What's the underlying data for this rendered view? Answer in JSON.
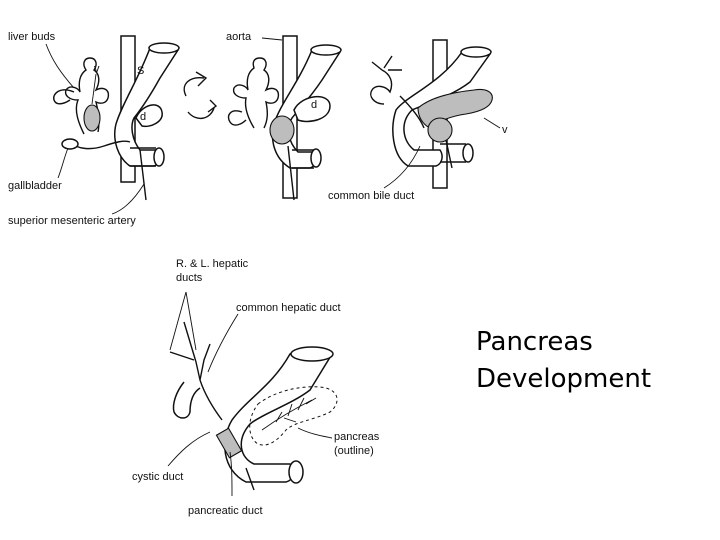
{
  "title": {
    "line1": "Pancreas",
    "line2": "Development"
  },
  "labels": {
    "liver_buds": "liver buds",
    "aorta": "aorta",
    "gallbladder": "gallbladder",
    "superior_mesenteric_artery": "superior mesenteric artery",
    "common_bile_duct": "common bile duct",
    "rl_hepatic_ducts_line1": "R. & L. hepatic",
    "rl_hepatic_ducts_line2": "ducts",
    "common_hepatic_duct": "common hepatic duct",
    "pancreas_line1": "pancreas",
    "pancreas_line2": "(outline)",
    "cystic_duct": "cystic duct",
    "pancreatic_duct": "pancreatic duct"
  },
  "letters": {
    "v": "v",
    "s": "S",
    "d": "d"
  }
}
